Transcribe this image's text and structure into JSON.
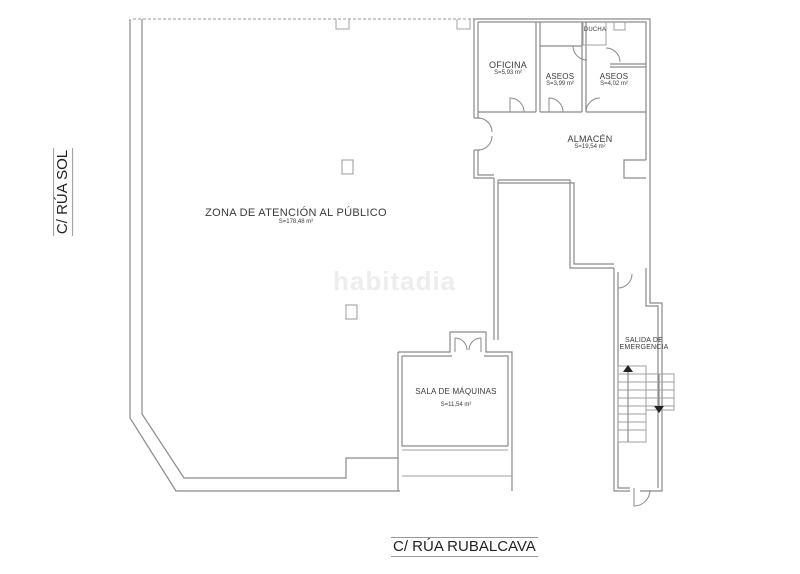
{
  "plan": {
    "type": "floor-plan",
    "watermark": "habitadia",
    "streets": {
      "left": "C/ RÚA SOL",
      "bottom": "C/ RÚA RUBALCAVA"
    },
    "rooms": [
      {
        "id": "zona",
        "name": "ZONA DE ATENCIÓN AL PÚBLICO",
        "area": "S=178,48 m²"
      },
      {
        "id": "oficina",
        "name": "OFICINA",
        "area": "S=5,93 m²"
      },
      {
        "id": "aseos1",
        "name": "ASEOS",
        "area": "S=3,99 m²"
      },
      {
        "id": "aseos2",
        "name": "ASEOS",
        "area": "S=4,02 m²"
      },
      {
        "id": "ducha",
        "name": "DUCHA",
        "area": ""
      },
      {
        "id": "almacen",
        "name": "ALMACÉN",
        "area": "S=19,54 m²"
      },
      {
        "id": "maquinas",
        "name": "SALA DE MÁQUINAS",
        "area": "S=11,54 m²"
      },
      {
        "id": "salida",
        "name": "SALIDA DE\nEMERGENCIA",
        "name_line1": "SALIDA DE",
        "name_line2": "EMERGENCIA",
        "area": ""
      }
    ],
    "colors": {
      "wall": "#8a8a8a",
      "text": "#3a3a3a",
      "background": "#ffffff"
    }
  }
}
